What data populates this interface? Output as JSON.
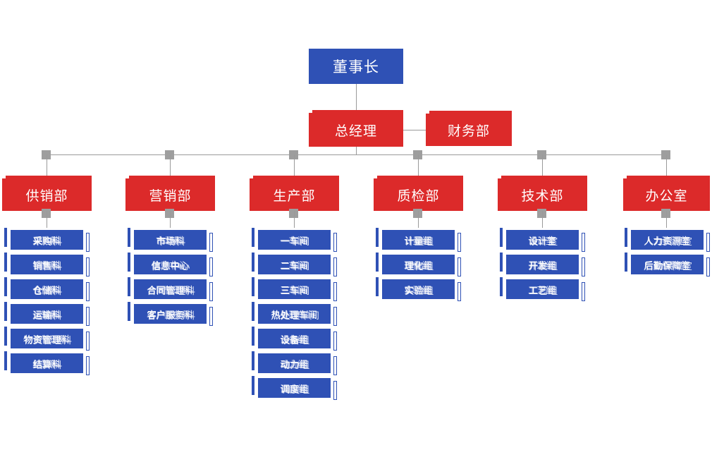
{
  "meta": {
    "title": "组织架构图",
    "colors": {
      "blue": "#2f51b5",
      "red": "#dc2a2a",
      "connector": "#9e9e9e",
      "background": "#ffffff"
    }
  },
  "root": {
    "label": "董事长"
  },
  "general_manager": {
    "label": "总经理"
  },
  "finance": {
    "label": "财务部"
  },
  "departments": [
    {
      "label": "供销部",
      "children": [
        {
          "label": "采购科"
        },
        {
          "label": "销售科"
        },
        {
          "label": "仓储科"
        },
        {
          "label": "运输科"
        },
        {
          "label": "物资管理科"
        },
        {
          "label": "结算科"
        }
      ]
    },
    {
      "label": "营销部",
      "children": [
        {
          "label": "市场科"
        },
        {
          "label": "信息中心"
        },
        {
          "label": "合同管理科"
        },
        {
          "label": "客户服务科"
        }
      ]
    },
    {
      "label": "生产部",
      "children": [
        {
          "label": "一车间"
        },
        {
          "label": "二车间"
        },
        {
          "label": "三车间"
        },
        {
          "label": "热处理车间"
        },
        {
          "label": "设备组"
        },
        {
          "label": "动力组"
        },
        {
          "label": "调度组"
        }
      ]
    },
    {
      "label": "质检部",
      "children": [
        {
          "label": "计量组"
        },
        {
          "label": "理化组"
        },
        {
          "label": "实验组"
        }
      ]
    },
    {
      "label": "技术部",
      "children": [
        {
          "label": "设计室"
        },
        {
          "label": "开发组"
        },
        {
          "label": "工艺组"
        }
      ]
    },
    {
      "label": "办公室",
      "children": [
        {
          "label": "人力资源室"
        },
        {
          "label": "后勤保障室"
        }
      ]
    }
  ]
}
